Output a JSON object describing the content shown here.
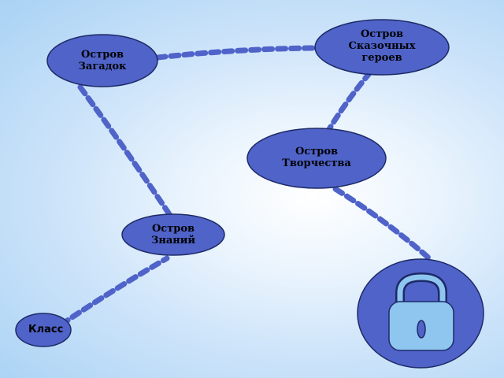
{
  "nodes": {
    "fairy_tale_island": {
      "line1": "Остров",
      "line2": "Сказочных",
      "line3": "героев"
    },
    "riddles_island": {
      "line1": "Остров",
      "line2": "Загадок"
    },
    "creativity_island": {
      "line1": "Остров",
      "line2": "Творчества"
    },
    "knowledge_island": {
      "line1": "Остров",
      "line2": "Знаний"
    },
    "class_start": {
      "label": "Класс"
    },
    "lock_goal": {
      "icon": "unlocked-padlock-icon"
    }
  },
  "colors": {
    "node_fill": "#4f63c9",
    "node_stroke": "#1e2a66",
    "path_dash": "#4f63c9",
    "lock_fill": "#8ec6f0"
  }
}
